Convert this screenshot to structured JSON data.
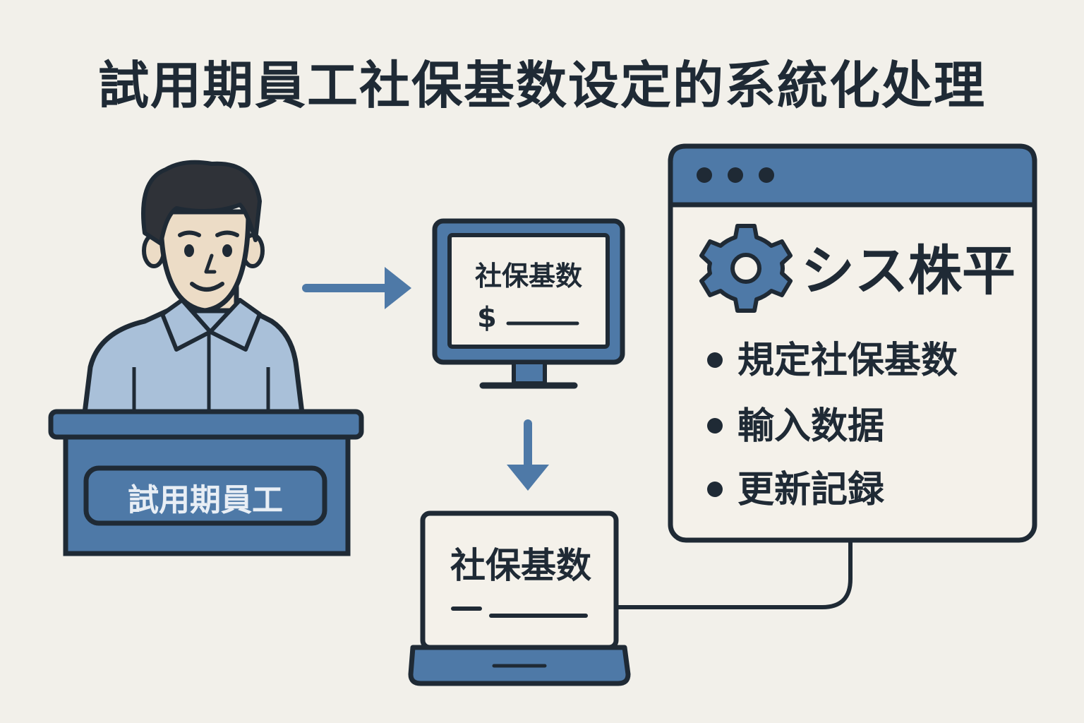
{
  "title": "試用期員工社保基数设定的系統化处理",
  "employee": {
    "badge_label": "試用期員工"
  },
  "monitor": {
    "label": "社保基数",
    "currency_symbol": "$"
  },
  "laptop": {
    "label": "社保基数"
  },
  "system_panel": {
    "header_label": "シス株平",
    "items": [
      "規定社保基数",
      "輸入数据",
      "更新記録"
    ]
  },
  "colors": {
    "background": "#f2f0ea",
    "primary_blue": "#4e79a7",
    "light_blue": "#a9c0d9",
    "outline": "#1f2a35",
    "skin": "#ecdcc6",
    "hair": "#2f3238"
  },
  "icons": [
    "gear-icon",
    "arrow-right-icon",
    "arrow-down-icon",
    "window-dots-icon"
  ]
}
